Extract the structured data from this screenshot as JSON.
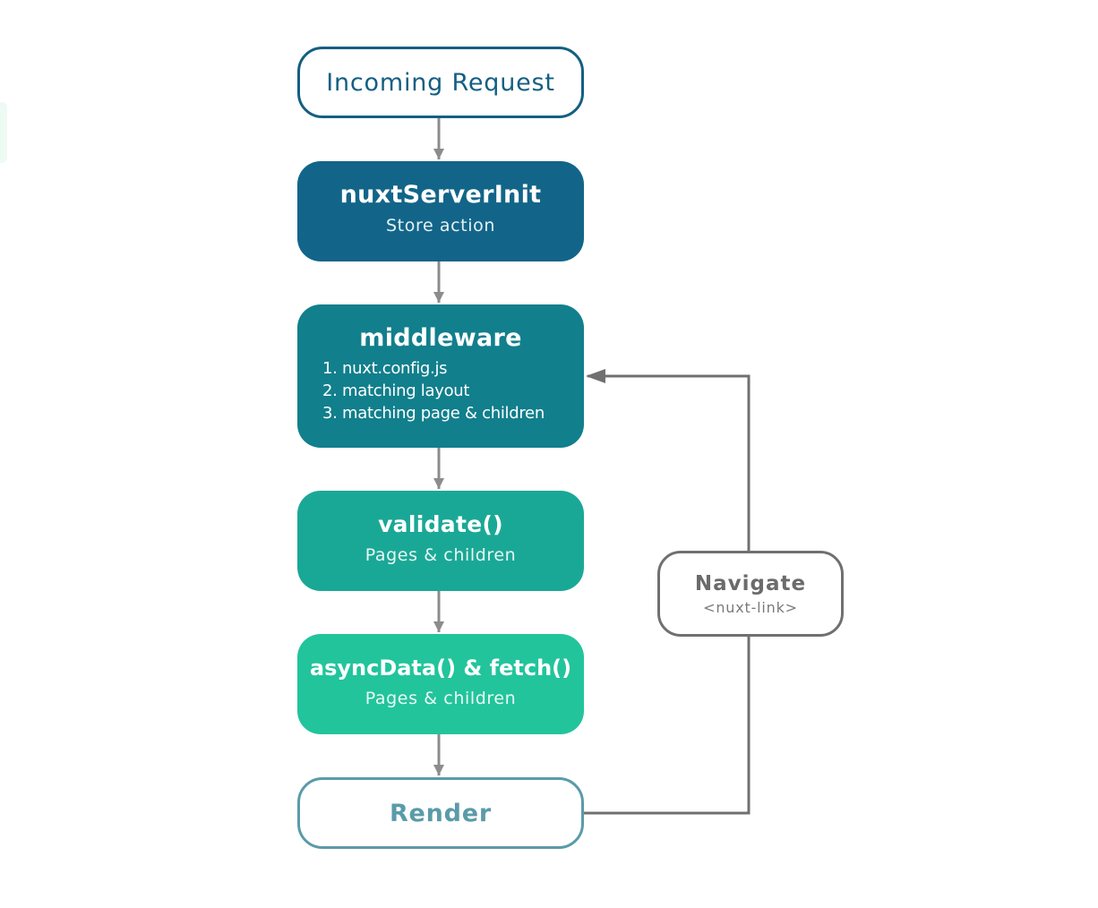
{
  "nodes": {
    "request": {
      "label": "Incoming Request"
    },
    "server": {
      "title": "nuxtServerInit",
      "subtitle": "Store action"
    },
    "middleware": {
      "title": "middleware",
      "items": [
        "1. nuxt.config.js",
        "2. matching layout",
        "3. matching page & children"
      ]
    },
    "validate": {
      "title": "validate()",
      "subtitle": "Pages & children"
    },
    "async": {
      "title": "asyncData() & fetch()",
      "subtitle": "Pages & children"
    },
    "render": {
      "label": "Render"
    },
    "navigate": {
      "title": "Navigate",
      "subtitle": "<nuxt-link>"
    }
  },
  "colors": {
    "request_border": "#145f82",
    "server_fill": "#126589",
    "middleware_fill": "#117f8c",
    "validate_fill": "#1aa896",
    "async_fill": "#22c49c",
    "render_border": "#5a9ba8",
    "navigate_border": "#707070",
    "connector": "#8c8c8c",
    "loop_connector": "#707070"
  }
}
